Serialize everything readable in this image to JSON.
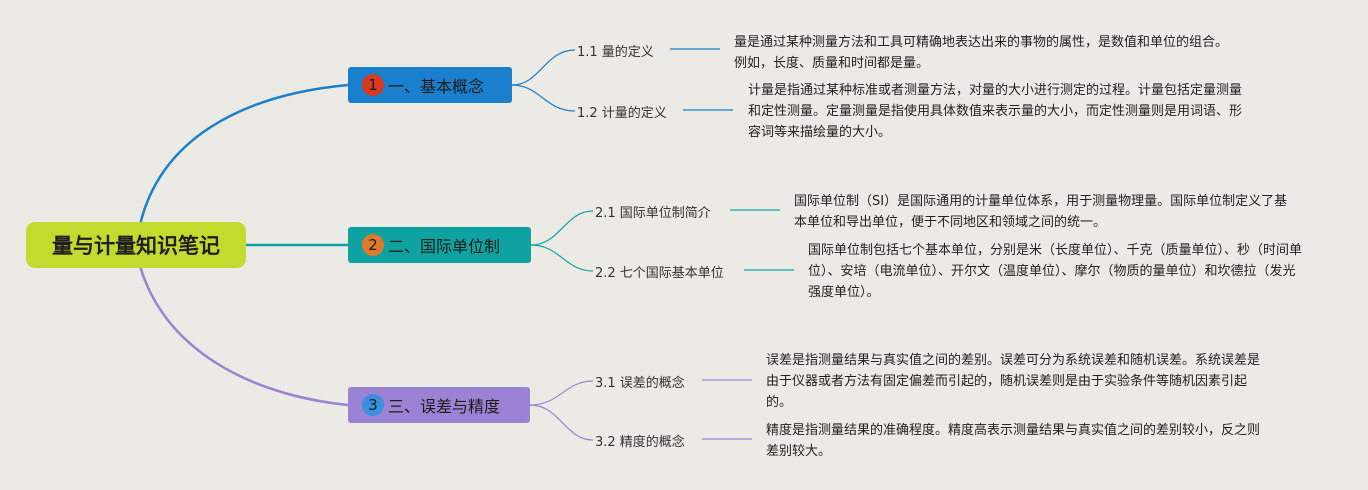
{
  "root": {
    "title": "量与计量知识笔记"
  },
  "topics": [
    {
      "num": "1",
      "label": "一、基本概念",
      "color": "#1a7fcc",
      "numColor": "#d93920",
      "subs": [
        {
          "label": "1.1 量的定义",
          "note": "量是通过某种测量方法和工具可精确地表达出来的事物的属性，是数值和单位的组合。例如，长度、质量和时间都是量。"
        },
        {
          "label": "1.2 计量的定义",
          "note": "计量是指通过某种标准或者测量方法，对量的大小进行测定的过程。计量包括定量测量和定性测量。定量测量是指使用具体数值来表示量的大小，而定性测量则是用词语、形容词等来描绘量的大小。"
        }
      ]
    },
    {
      "num": "2",
      "label": "二、国际单位制",
      "color": "#0ea3a1",
      "numColor": "#e07a2a",
      "subs": [
        {
          "label": "2.1 国际单位制简介",
          "note": "国际单位制（SI）是国际通用的计量单位体系，用于测量物理量。国际单位制定义了基本单位和导出单位，便于不同地区和领域之间的统一。"
        },
        {
          "label": "2.2 七个国际基本单位",
          "note": "国际单位制包括七个基本单位，分别是米（长度单位）、千克（质量单位）、秒（时间单位）、安培（电流单位）、开尔文（温度单位）、摩尔（物质的量单位）和坎德拉（发光强度单位）。"
        }
      ]
    },
    {
      "num": "3",
      "label": "三、误差与精度",
      "color": "#9b82d4",
      "numColor": "#3b8fe0",
      "subs": [
        {
          "label": "3.1 误差的概念",
          "note": "误差是指测量结果与真实值之间的差别。误差可分为系统误差和随机误差。系统误差是由于仪器或者方法有固定偏差而引起的，随机误差则是由于实验条件等随机因素引起的。"
        },
        {
          "label": "3.2 精度的概念",
          "note": "精度是指测量结果的准确程度。精度高表示测量结果与真实值之间的差别较小，反之则差别较大。"
        }
      ]
    }
  ]
}
